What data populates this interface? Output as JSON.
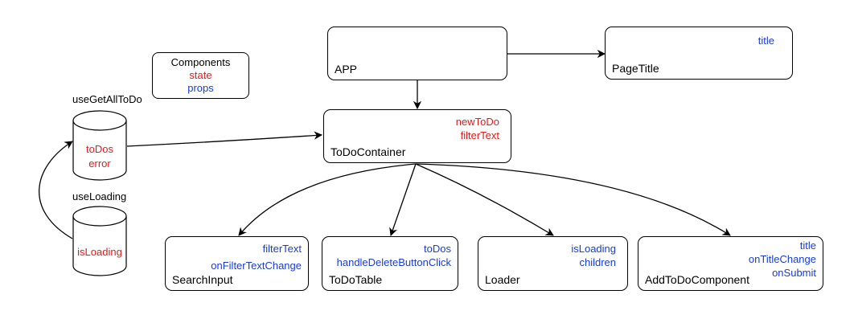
{
  "legend": {
    "title": "Components",
    "state": "state",
    "props": "props"
  },
  "colors": {
    "state": "#e21b1b",
    "props": "#1a3cd6"
  },
  "hooks": {
    "get_all": {
      "name": "useGetAllToDo",
      "state": [
        "toDos",
        "error"
      ]
    },
    "loading": {
      "name": "useLoading",
      "state": [
        "isLoading"
      ]
    }
  },
  "components": {
    "app": {
      "name": "APP",
      "state": [],
      "props": []
    },
    "page_title": {
      "name": "PageTitle",
      "state": [],
      "props": [
        "title"
      ]
    },
    "todo_container": {
      "name": "ToDoContainer",
      "state": [
        "newToDo",
        "filterText"
      ],
      "props": []
    },
    "search_input": {
      "name": "SearchInput",
      "state": [],
      "props": [
        "filterText",
        "onFilterTextChange"
      ]
    },
    "todo_table": {
      "name": "ToDoTable",
      "state": [],
      "props": [
        "toDos",
        "handleDeleteButtonClick"
      ]
    },
    "loader": {
      "name": "Loader",
      "state": [],
      "props": [
        "isLoading",
        "children"
      ]
    },
    "add_todo": {
      "name": "AddToDoComponent",
      "state": [],
      "props": [
        "title",
        "onTitleChange",
        "onSubmit"
      ]
    }
  }
}
